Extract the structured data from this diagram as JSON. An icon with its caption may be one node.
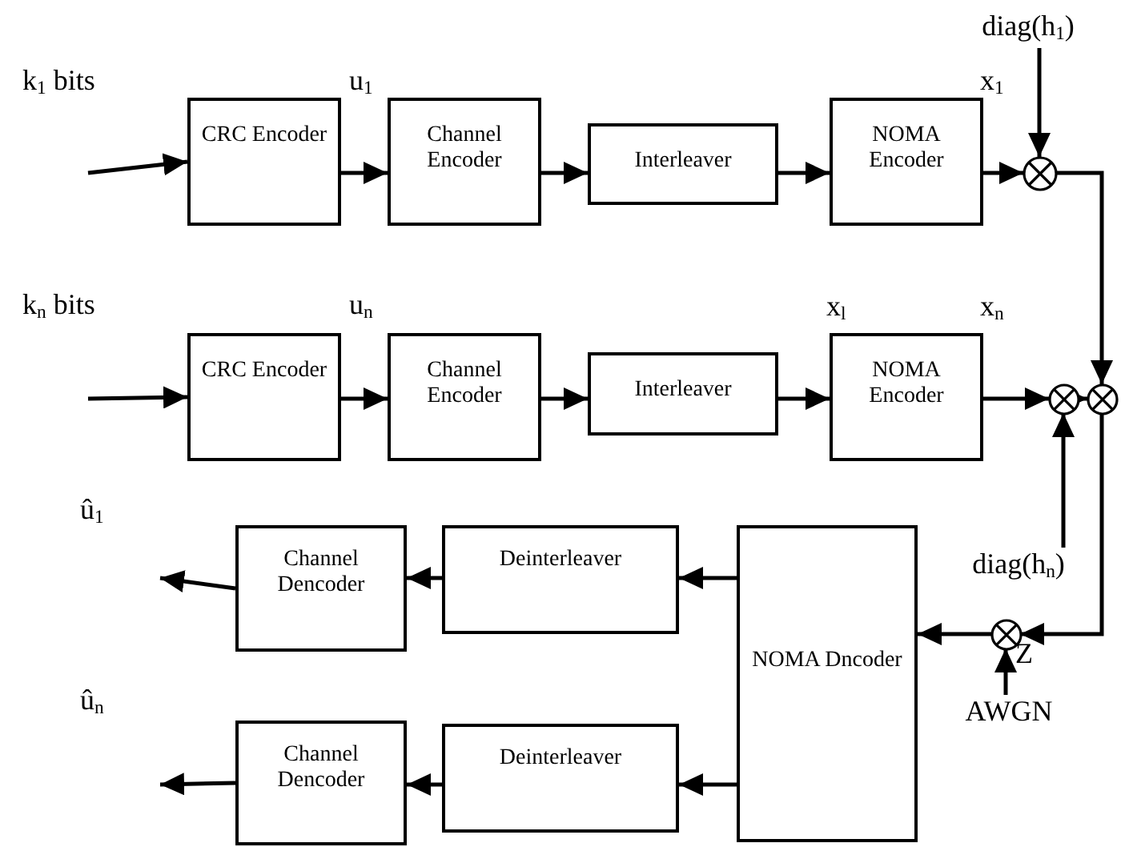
{
  "diagram": {
    "nodes": [
      {
        "text": [
          "CRC Encoder"
        ]
      },
      {
        "text": [
          "Channel Encoder"
        ]
      },
      {
        "text": [
          "Interleaver"
        ]
      },
      {
        "text": [
          "NOMA Encoder"
        ]
      },
      {
        "text": [
          "CRC Encoder"
        ]
      },
      {
        "text": [
          "Channel Encoder"
        ]
      },
      {
        "text": [
          "Interleaver"
        ]
      },
      {
        "text": [
          "NOMA Encoder"
        ]
      },
      {
        "text": [
          "NOMA Dncoder"
        ]
      },
      {
        "text": [
          "Deinterleaver"
        ]
      },
      {
        "text": [
          "Channel Dencoder"
        ]
      },
      {
        "text": [
          "Deinterleaver"
        ]
      },
      {
        "text": [
          "Channel Dencoder"
        ]
      },
      {
        "text": [],
        "shape": "circle"
      },
      {
        "text": [],
        "shape": "circle"
      },
      {
        "text": [],
        "shape": "circle"
      },
      {
        "text": [],
        "shape": "circle"
      },
      {
        "text": [
          "diag(h$_{1}$)"
        ]
      },
      {
        "text": [
          "diag(h$_{n}$)"
        ]
      },
      {
        "text": [
          "AWGN"
        ]
      }
    ],
    "edges": [
      {
        "from": null,
        "to": 0,
        "arrow": "to"
      },
      {
        "from": 0,
        "to": 1,
        "arrow": "to"
      },
      {
        "from": 1,
        "to": 2,
        "arrow": "to"
      },
      {
        "from": 2,
        "to": 3,
        "arrow": "to"
      },
      {
        "from": 3,
        "to": 13,
        "arrow": "to"
      },
      {
        "from": 17,
        "to": 13,
        "arrow": "to"
      },
      {
        "from": null,
        "to": 4,
        "arrow": "to"
      },
      {
        "from": 4,
        "to": 5,
        "arrow": "to"
      },
      {
        "from": 5,
        "to": 6,
        "arrow": "to"
      },
      {
        "from": 6,
        "to": 7,
        "arrow": "to"
      },
      {
        "from": 7,
        "to": 14,
        "arrow": "to"
      },
      {
        "from": 18,
        "to": 14,
        "arrow": "to"
      },
      {
        "from": 14,
        "to": 15,
        "arrow": "to"
      },
      {
        "from": 13,
        "to": 15,
        "arrow": "to"
      },
      {
        "from": 15,
        "to": 16,
        "arrow": "to"
      },
      {
        "from": 19,
        "to": 16,
        "arrow": "to"
      },
      {
        "from": 16,
        "to": 8,
        "arrow": "to"
      },
      {
        "from": 8,
        "to": 9,
        "arrow": "to"
      },
      {
        "from": 9,
        "to": 10,
        "arrow": "to"
      },
      {
        "from": 10,
        "to": null,
        "arrow": "to"
      },
      {
        "from": 8,
        "to": 11,
        "arrow": "to"
      },
      {
        "from": 11,
        "to": 12,
        "arrow": "to"
      },
      {
        "from": 12,
        "to": null,
        "arrow": "to"
      }
    ],
    "labels": [
      "k$_{1}$ bits",
      "u$_{1}$",
      "x$_{1}$",
      "k$_{n}$ bits",
      "u$_{n}$",
      "x$_{l}$",
      "x$_{n}$",
      "û$_{1}$",
      "Z",
      "û$_{n}$"
    ]
  }
}
